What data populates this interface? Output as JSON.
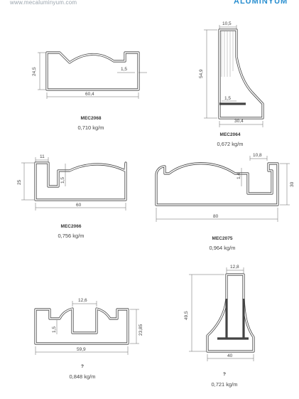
{
  "header": {
    "website": "www.mecaluminyum.com",
    "brand": "ALUMINYUM"
  },
  "profiles": [
    {
      "code": "MEC2068",
      "weight": "0,710 kg/m",
      "dims": {
        "width": "60,4",
        "height": "24,5",
        "wall": "1,5"
      }
    },
    {
      "code": "MEC2064",
      "weight": "0,672 kg/m",
      "dims": {
        "top": "10,5",
        "height": "54,9",
        "wall": "1,5",
        "width": "30,4"
      }
    },
    {
      "code": "MEC2066",
      "weight": "0,756 kg/m",
      "dims": {
        "slot": "11",
        "height": "25",
        "wall": "1,5",
        "width": "60"
      }
    },
    {
      "code": "MEC2075",
      "weight": "0,964 kg/m",
      "dims": {
        "slot": "10,8",
        "wall": "1,4",
        "height": "30",
        "width": "80"
      }
    },
    {
      "code": "?",
      "weight": "0,848 kg/m",
      "dims": {
        "slot": "12,6",
        "wall": "1,5",
        "height": "23,85",
        "width": "59,9"
      }
    },
    {
      "code": "?",
      "weight": "0,721 kg/m",
      "dims": {
        "top": "12,8",
        "height": "49,5",
        "width": "40"
      }
    }
  ]
}
